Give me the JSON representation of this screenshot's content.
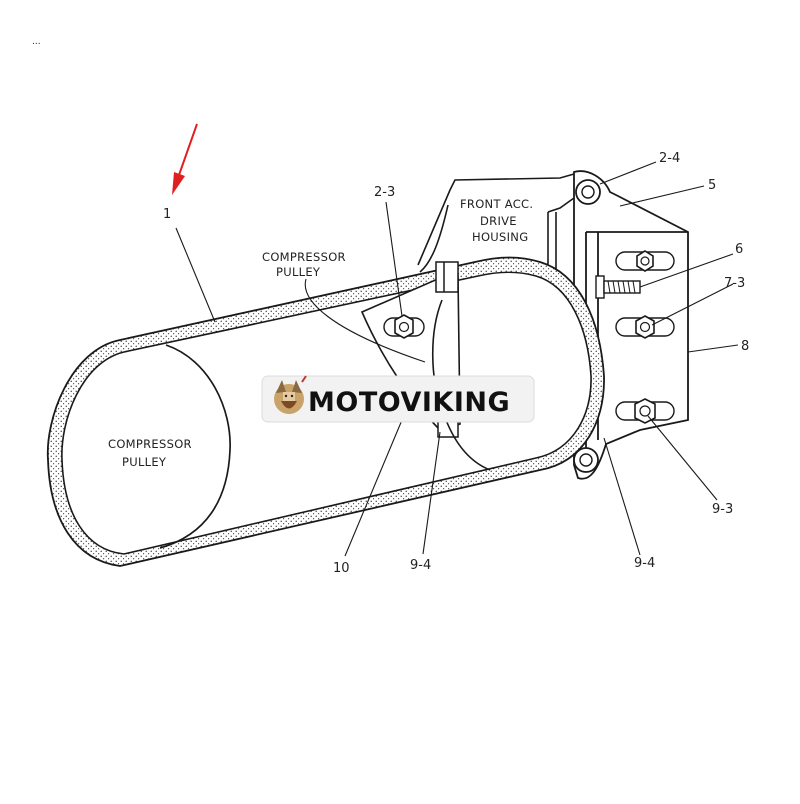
{
  "corner_mark": "...",
  "labels": {
    "part_1": "1",
    "part_2_3": "2-3",
    "part_2_4": "2-4",
    "part_5": "5",
    "part_6": "6",
    "part_7_3": "7-3",
    "part_8": "8",
    "part_9_3": "9-3",
    "part_9_4_left": "9-4",
    "part_9_4_right": "9-4",
    "part_10": "10"
  },
  "captions": {
    "compressor_pulley_top": [
      "COMPRESSOR",
      "PULLEY"
    ],
    "compressor_pulley_left": [
      "COMPRESSOR",
      "PULLEY"
    ],
    "front_housing": [
      "FRONT ACC.",
      "DRIVE",
      "HOUSING"
    ]
  },
  "watermark": {
    "text": "MOTOVIKING"
  },
  "colors": {
    "line": "#1a1a1a",
    "arrow": "#e02020",
    "watermark_bg": "#f2f2f2"
  }
}
